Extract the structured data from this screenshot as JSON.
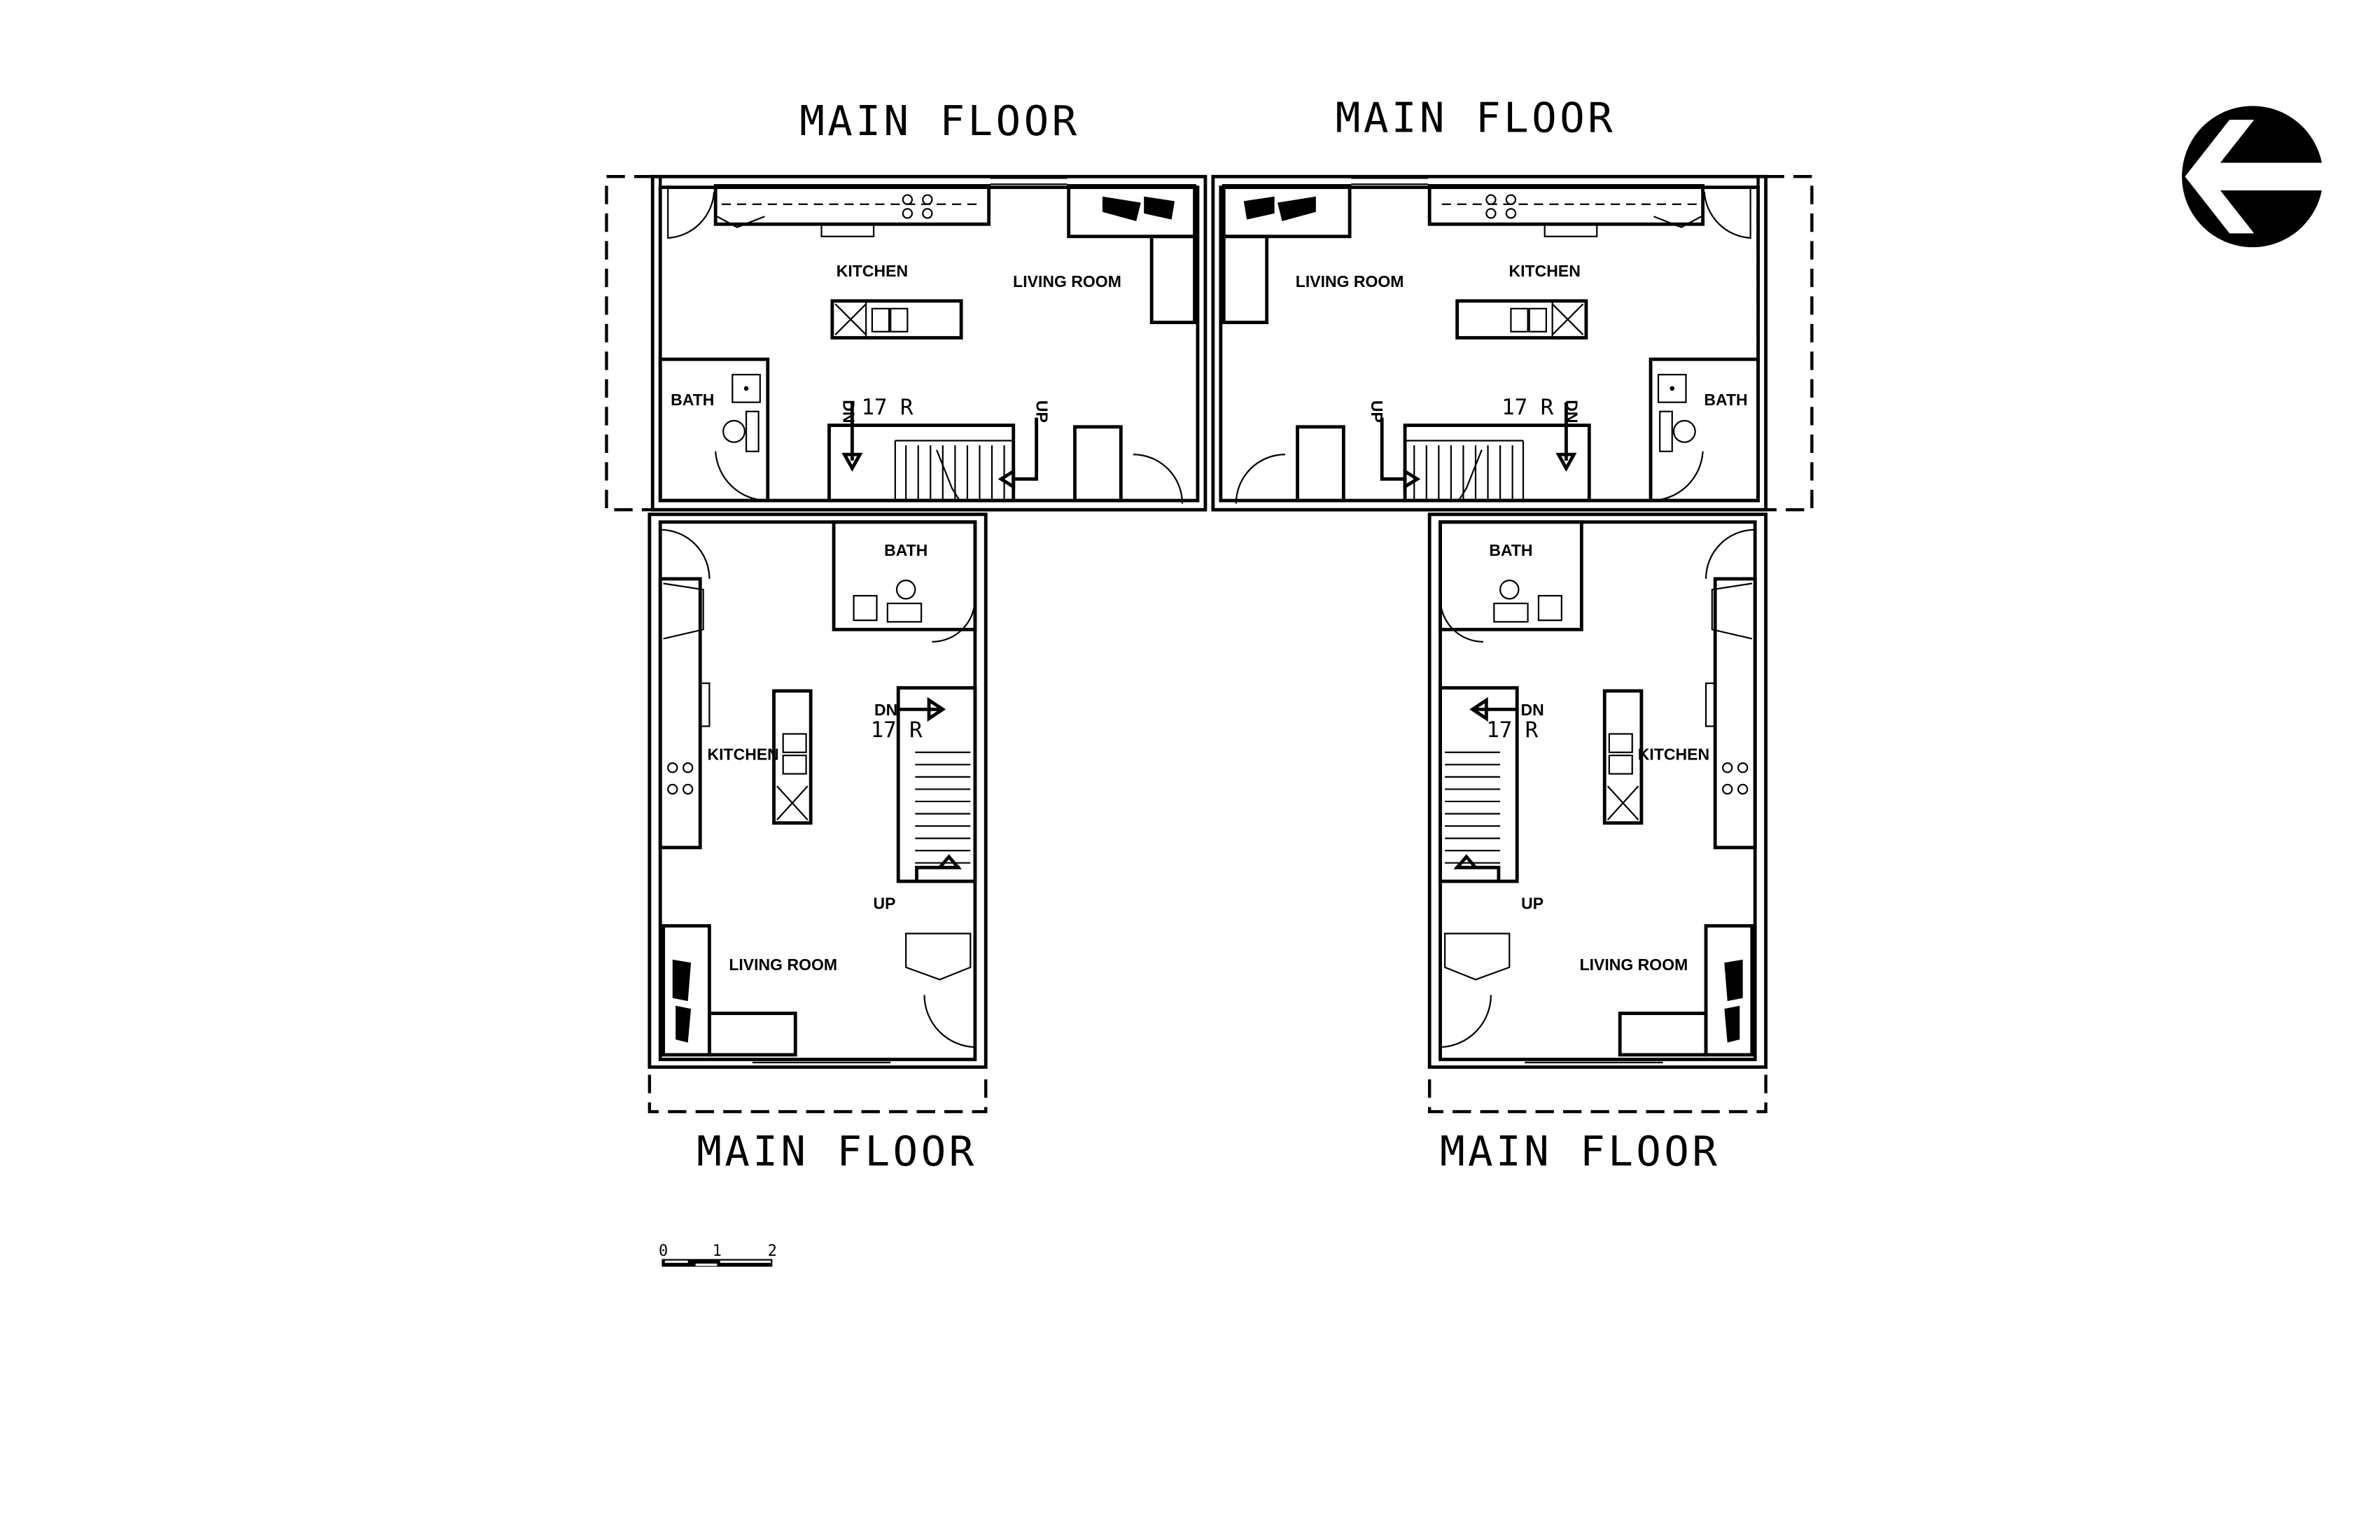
{
  "titles": [
    "MAIN FLOOR",
    "MAIN FLOOR",
    "MAIN FLOOR",
    "MAIN FLOOR"
  ],
  "rooms": {
    "kitchen": "KITCHEN",
    "living": "LIVING ROOM",
    "bath": "BATH"
  },
  "stairs": {
    "riser_count": "17 R",
    "down": "DN",
    "up": "UP"
  },
  "scale_bar": {
    "ticks": [
      "0",
      "1",
      "2"
    ]
  },
  "colors": {
    "line": "#000000",
    "background": "#ffffff"
  }
}
